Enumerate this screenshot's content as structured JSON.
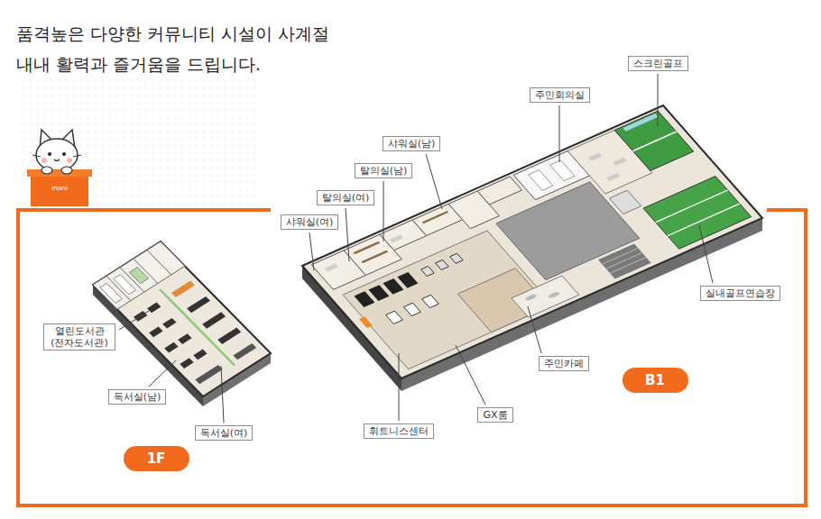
{
  "diagram": {
    "title": "품격높은 다양한 커뮤니티 시설이 사계절 내내 활력과 즐거움을 드립니다.",
    "nodes": [
      {
        "text": [
          "스크린골프"
        ]
      },
      {
        "text": [
          "주민회의실"
        ]
      },
      {
        "text": [
          "샤워실(남)"
        ]
      },
      {
        "text": [
          "탈의실(남)"
        ]
      },
      {
        "text": [
          "탈의실(여)"
        ]
      },
      {
        "text": [
          "샤워실(여)"
        ]
      },
      {
        "text": [
          "열린도서관 (전자도서관)"
        ]
      },
      {
        "text": [
          "실내골프연습장"
        ]
      },
      {
        "text": [
          "독서실(남)"
        ]
      },
      {
        "text": [
          "주민카페"
        ]
      },
      {
        "text": [
          "B1"
        ]
      },
      {
        "text": [
          "GX룸"
        ]
      },
      {
        "text": [
          "휘트니스센터"
        ]
      },
      {
        "text": [
          "독서실(여)"
        ]
      },
      {
        "text": [
          "1F"
        ]
      }
    ],
    "labels": [
      "moro"
    ]
  }
}
